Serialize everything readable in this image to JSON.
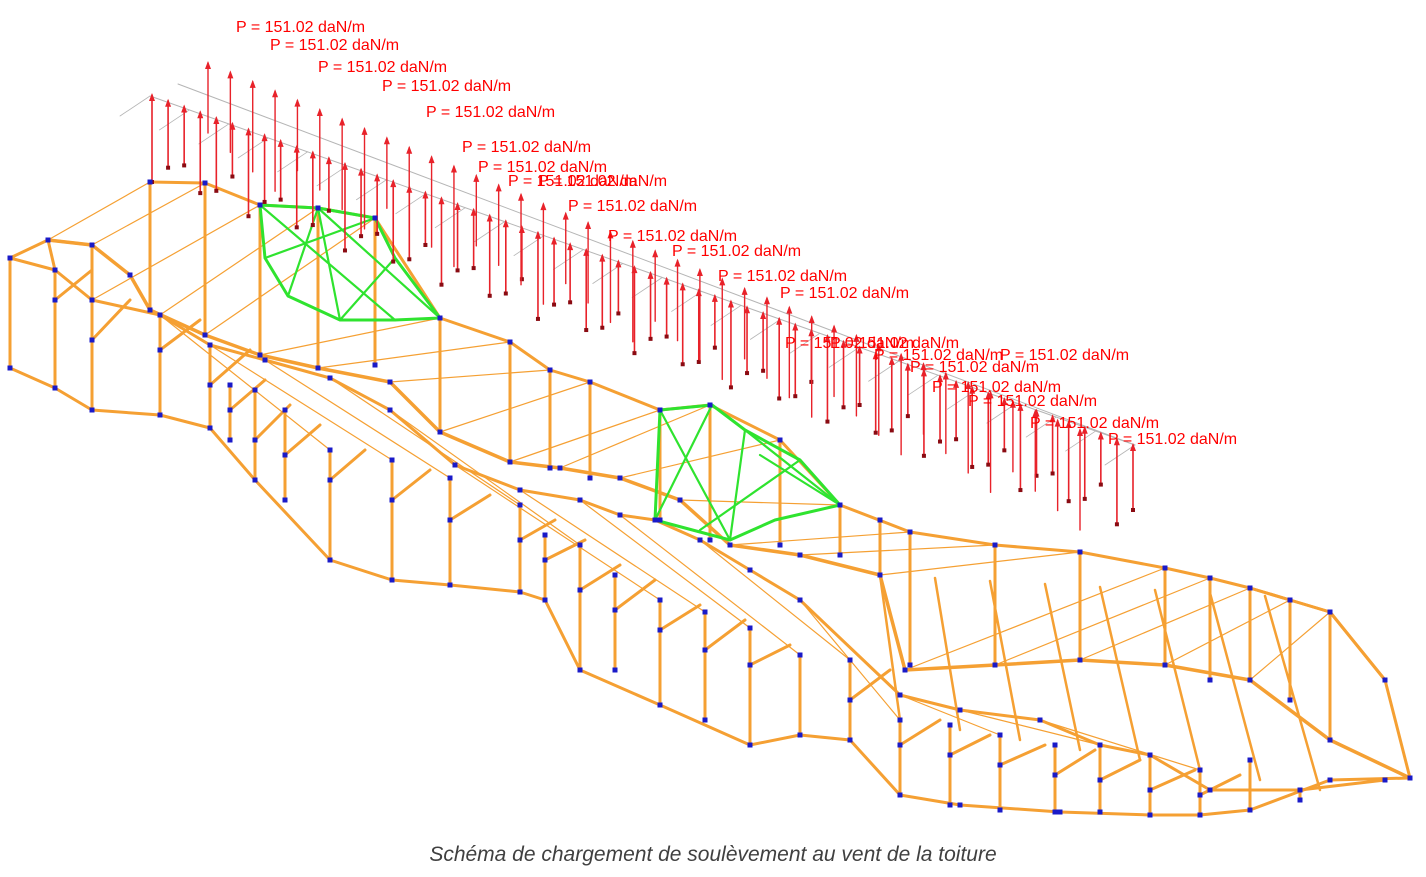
{
  "colors": {
    "frame": "#f5a033",
    "load_arrow": "#e8222a",
    "load_guide": "#b5b5b5",
    "bracing": "#2fe32f",
    "node": "#1a1ac8"
  },
  "load_label": "P = 151.02 daN/m",
  "load_label_count": 23,
  "caption": "Schéma de chargement de soulèvement au vent de la toiture"
}
